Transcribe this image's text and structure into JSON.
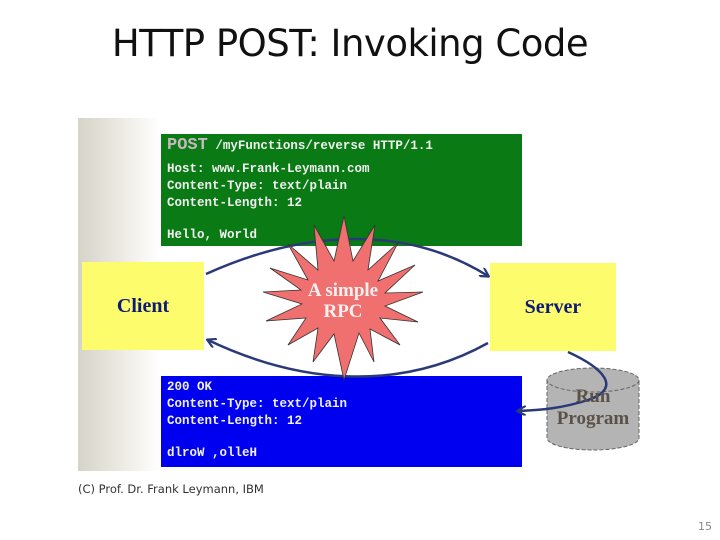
{
  "slide": {
    "title": "HTTP POST: Invoking Code",
    "footer": "(C) Prof. Dr. Frank Leymann, IBM",
    "page_number": "15"
  },
  "request": {
    "method": "POST",
    "request_line_rest": " /myFunctions/reverse HTTP/1.1",
    "headers": [
      "Host: www.Frank-Leymann.com",
      "Content-Type: text/plain",
      "Content-Length: 12"
    ],
    "body": "Hello, World",
    "background_color": "#0a7a14"
  },
  "response": {
    "status_line": "200 OK",
    "headers": [
      "Content-Type: text/plain",
      "Content-Length: 12"
    ],
    "body": "dlroW ,olleH",
    "background_color": "#0000f0"
  },
  "nodes": {
    "client": "Client",
    "server": "Server",
    "program_line1": "Run",
    "program_line2": "Program"
  },
  "burst": {
    "line1": "A simple",
    "line2": "RPC",
    "color": "#f07070"
  },
  "colors": {
    "node_fill": "#fcfc6c",
    "node_text": "#0e1a7a",
    "arrow": "#2a3a78",
    "cylinder": "#b4b4b4"
  }
}
